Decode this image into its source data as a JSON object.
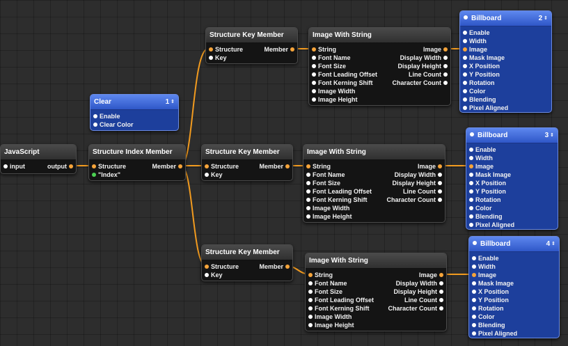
{
  "colors": {
    "wire": "#f29b1f",
    "canvas": "#2d2d2d",
    "node_bg": "#141414",
    "blue_node_bg": "#1d3f9c",
    "connected_port": "#f6a43a",
    "index_port": "#4bd152"
  },
  "javascript": {
    "title": "JavaScript",
    "input": "input",
    "output": "output"
  },
  "clear": {
    "title": "Clear",
    "number": "1",
    "enable": "Enable",
    "clear_color": "Clear Color"
  },
  "index_member": {
    "title": "Structure Index Member",
    "structure": "Structure",
    "index": "\"Index\"",
    "member": "Member"
  },
  "key_member": {
    "title": "Structure Key Member",
    "structure": "Structure",
    "key": "Key",
    "member": "Member"
  },
  "image_with_string": {
    "title": "Image With String",
    "inputs": [
      "String",
      "Font Name",
      "Font Size",
      "Font Leading Offset",
      "Font Kerning Shift",
      "Image Width",
      "Image Height"
    ],
    "outputs": [
      "Image",
      "Display Width",
      "Display Height",
      "Line Count",
      "Character Count"
    ]
  },
  "billboard": {
    "title": "Billboard",
    "inputs": [
      "Enable",
      "Width",
      "Image",
      "Mask Image",
      "X Position",
      "Y Position",
      "Rotation",
      "Color",
      "Blending",
      "Pixel Aligned"
    ],
    "numbers": [
      "2",
      "3",
      "4"
    ]
  }
}
